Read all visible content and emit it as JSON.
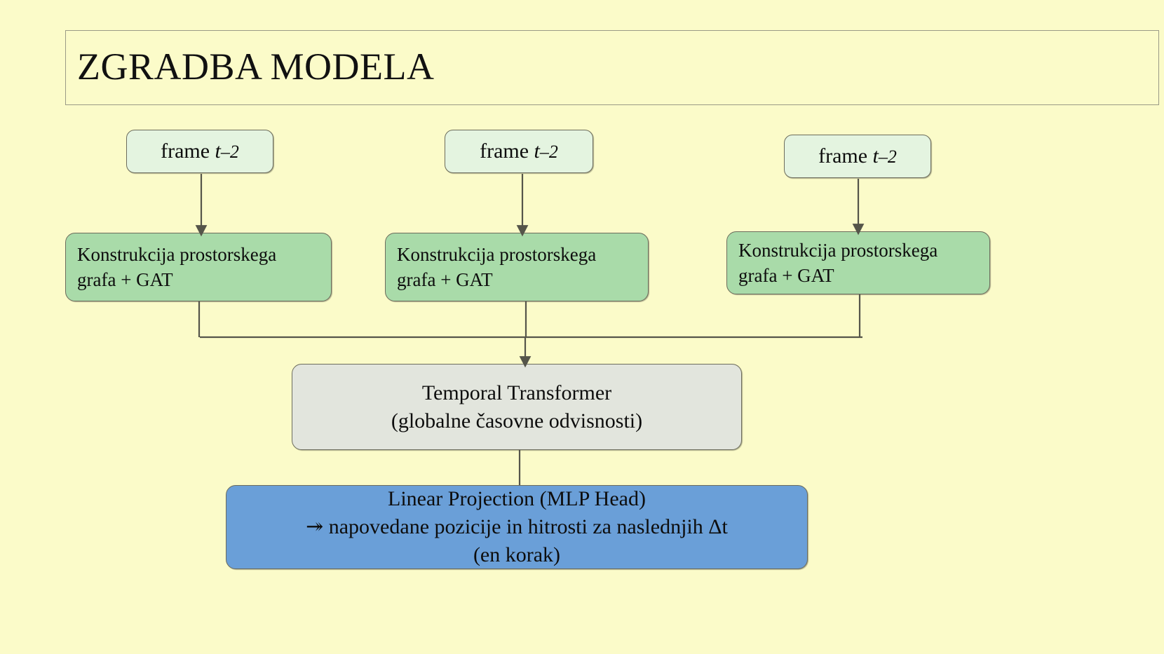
{
  "slide": {
    "background_color": "#fbfbc9",
    "title": "ZGRADBA MODELA"
  },
  "palette": {
    "background": "#fbfbc9",
    "frame_box_fill": "#e4f4e0",
    "gat_box_fill": "#a9dba9",
    "transformer_box_fill": "#e2e5dd",
    "output_box_fill": "#6a9fd8",
    "border": "#6c6c5c",
    "connector": "#55554a",
    "text": "#0d0d0d"
  },
  "diagram": {
    "frames": [
      {
        "label_prefix": "frame ",
        "var": "t",
        "suffix": "–2"
      },
      {
        "label_prefix": "frame ",
        "var": "t",
        "suffix": "–2"
      },
      {
        "label_prefix": "frame ",
        "var": "t",
        "suffix": "–2"
      }
    ],
    "gat_blocks": [
      {
        "label": "Konstrukcija prostorskega\ngrafa + GAT"
      },
      {
        "label": "Konstrukcija prostorskega\ngrafa + GAT"
      },
      {
        "label": "Konstrukcija prostorskega\ngrafa + GAT"
      }
    ],
    "transformer": {
      "label": "Temporal Transformer\n(globalne časovne odvisnosti)"
    },
    "output": {
      "label": "Linear Projection (MLP Head)\n↠ napovedane pozicije in hitrosti za naslednjih Δt\n(en korak)"
    }
  }
}
